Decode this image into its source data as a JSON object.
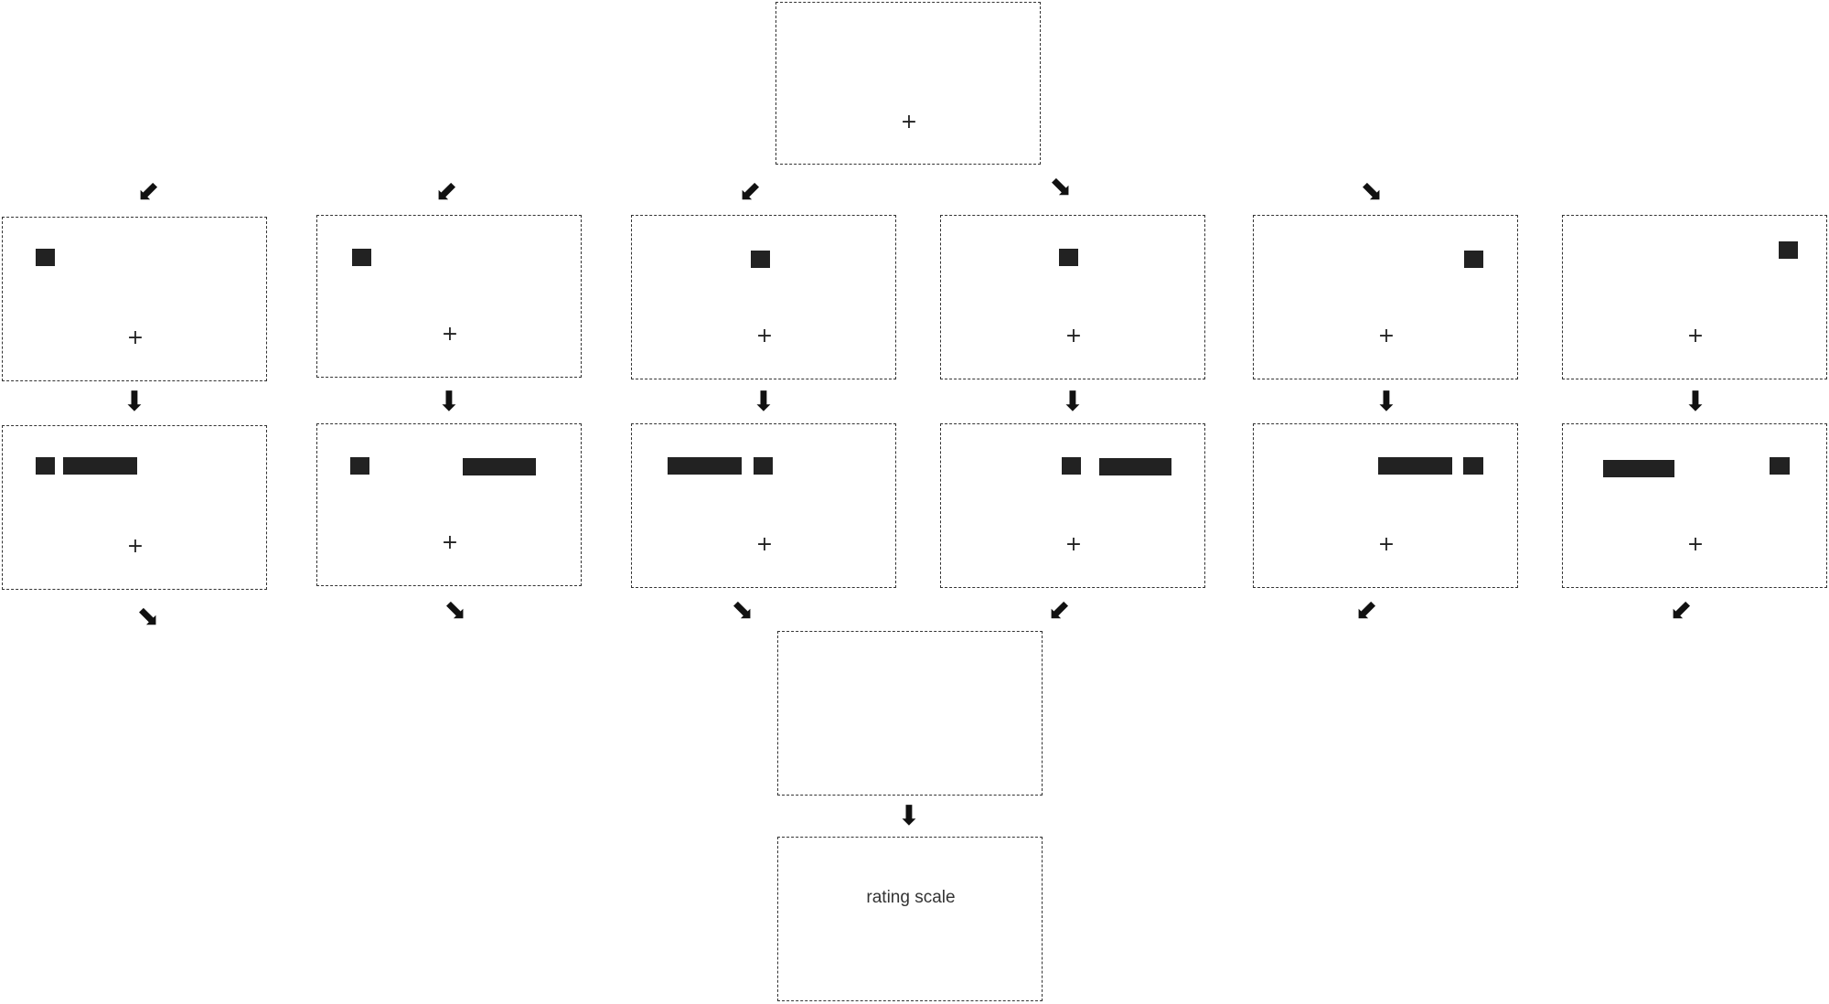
{
  "diagram": {
    "fixation_symbol": "+",
    "rating_label": "rating scale",
    "arrow_symbols": {
      "down": "⬇",
      "down_left": "⬋",
      "down_right": "⬊"
    },
    "colors": {
      "border": "#333333",
      "stimulus": "#222222",
      "background": "#ffffff"
    },
    "trial_conditions": [
      {
        "id": "c1",
        "cue_side": "left",
        "stim_order": "cue-then-bar"
      },
      {
        "id": "c2",
        "cue_side": "left",
        "stim_order": "cue-then-gap-bar"
      },
      {
        "id": "c3",
        "cue_side": "center",
        "stim_order": "bar-then-cue"
      },
      {
        "id": "c4",
        "cue_side": "center",
        "stim_order": "cue-then-bar"
      },
      {
        "id": "c5",
        "cue_side": "right",
        "stim_order": "bar-then-cue"
      },
      {
        "id": "c6",
        "cue_side": "right",
        "stim_order": "bar-gap-cue"
      }
    ]
  }
}
